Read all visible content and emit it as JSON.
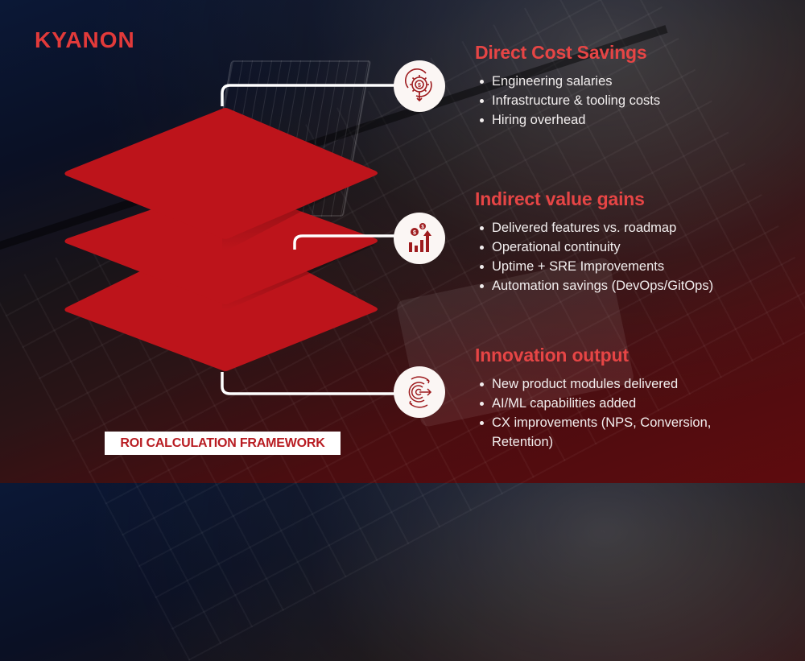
{
  "brand": {
    "logo_text": "KYANON",
    "accent_color": "#e23a3a",
    "layer_color": "#bd141b"
  },
  "diagram": {
    "type": "stacked-layers",
    "layer_count": 3
  },
  "sections": [
    {
      "title": "Direct Cost Savings",
      "icon": "gear-dollar-cycle-icon",
      "items": [
        "Engineering salaries",
        "Infrastructure & tooling costs",
        "Hiring overhead"
      ]
    },
    {
      "title": "Indirect value gains",
      "icon": "growth-chart-dollar-icon",
      "items": [
        "Delivered features vs. roadmap",
        "Operational continuity",
        "Uptime + SRE Improvements",
        "Automation savings (DevOps/GitOps)"
      ]
    },
    {
      "title": "Innovation output",
      "icon": "innovation-gear-arrow-icon",
      "items": [
        "New product modules delivered",
        "AI/ML capabilities added",
        "CX improvements (NPS, Conversion, Retention)"
      ]
    }
  ],
  "footer": {
    "badge_label": "ROI CALCULATION FRAMEWORK"
  }
}
